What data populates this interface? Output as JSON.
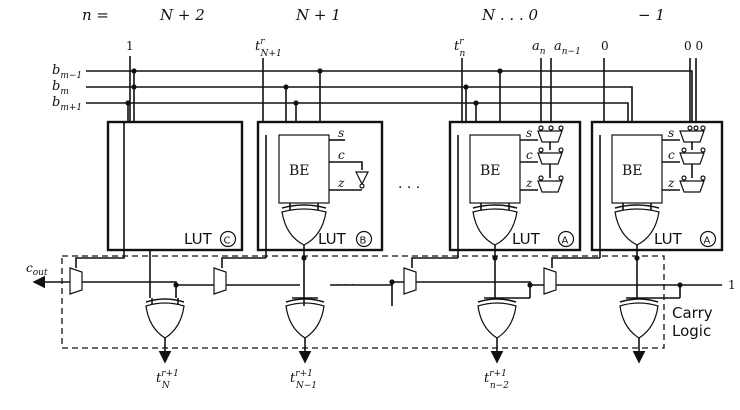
{
  "header": {
    "n_label": "n =",
    "col_c": "N + 2",
    "col_b": "N + 1",
    "col_a1": "N . . . 0",
    "col_a2": "− 1"
  },
  "inputs": {
    "one_top": "1",
    "t_N1": "t",
    "t_N1_sup": "r",
    "t_N1_sub": "N+1",
    "t_n": "t",
    "t_n_sup": "r",
    "t_n_sub": "n",
    "a_n": "a",
    "a_n_sub": "n",
    "a_n1": "a",
    "a_n1_sub": "n−1",
    "zero_a": "0",
    "zero_b": "0 0"
  },
  "buses": [
    {
      "label": "b",
      "sub": "m−1"
    },
    {
      "label": "b",
      "sub": "m"
    },
    {
      "label": "b",
      "sub": "m+1"
    }
  ],
  "luts": {
    "c": {
      "label": "LUT",
      "badge": "C"
    },
    "b": {
      "label": "LUT",
      "badge": "B"
    },
    "a1": {
      "label": "LUT",
      "badge": "A"
    },
    "a2": {
      "label": "LUT",
      "badge": "A"
    }
  },
  "be_label": "BE",
  "signals": {
    "s": "s",
    "c": "c",
    "z": "z"
  },
  "dots_mid": ". . .",
  "carry_dots": "· · ·",
  "carry": {
    "c_out": "c",
    "c_out_sub": "out",
    "carry_in": "1",
    "label1": "Carry",
    "label2": "Logic"
  },
  "outputs": {
    "o1": "t",
    "o1_sup": "r+1",
    "o1_sub": "N",
    "o2": "t",
    "o2_sup": "r+1",
    "o2_sub": "N−1",
    "o3": "t",
    "o3_sup": "r+1",
    "o3_sub": "n−2"
  }
}
